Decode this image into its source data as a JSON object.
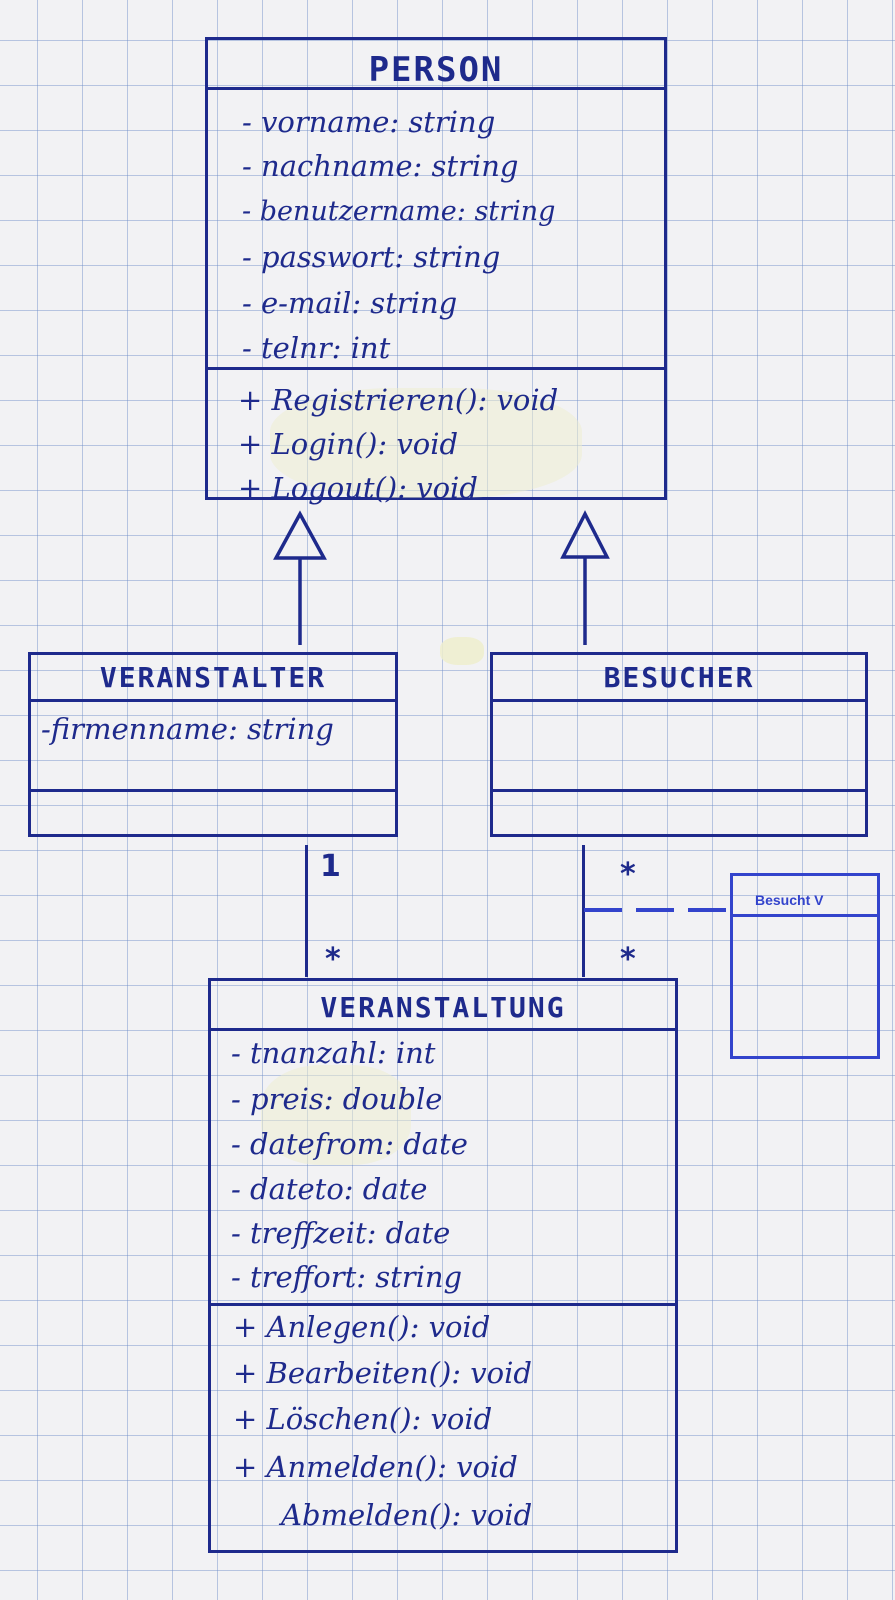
{
  "person": {
    "title": "PERSON",
    "attributes": [
      "- vorname: string",
      "- nachname: string",
      "- benutzername: string",
      "- passwort: string",
      "- e-mail: string",
      "- telnr: int"
    ],
    "methods": [
      "+ Registrieren(): void",
      "+ Login(): void",
      "+ Logout(): void"
    ]
  },
  "veranstalter": {
    "title": "VERANSTALTER",
    "attributes": [
      "-firmenname: string"
    ]
  },
  "besucher": {
    "title": "BESUCHER"
  },
  "veranstaltung": {
    "title": "VERANSTALTUNG",
    "attributes": [
      "- tnanzahl: int",
      "- preis: double",
      "- datefrom: date",
      "- dateto: date",
      "- treffzeit: date",
      "- treffort: string"
    ],
    "methods": [
      "+ Anlegen(): void",
      "+ Bearbeiten(): void",
      "+ Löschen(): void",
      "+ Anmelden(): void",
      "Abmelden(): void"
    ]
  },
  "multiplicities": {
    "veranstalter_side": "1",
    "veranstalter_veranstaltung_side": "*",
    "besucher_side": "*",
    "besucher_veranstaltung_side": "*"
  },
  "association_class": {
    "title": "Besucht V",
    "color": "#3344cc"
  },
  "colors": {
    "ink": "#1e2a8c",
    "grid": "#6e8cc8",
    "paper": "#f2f2f4"
  }
}
